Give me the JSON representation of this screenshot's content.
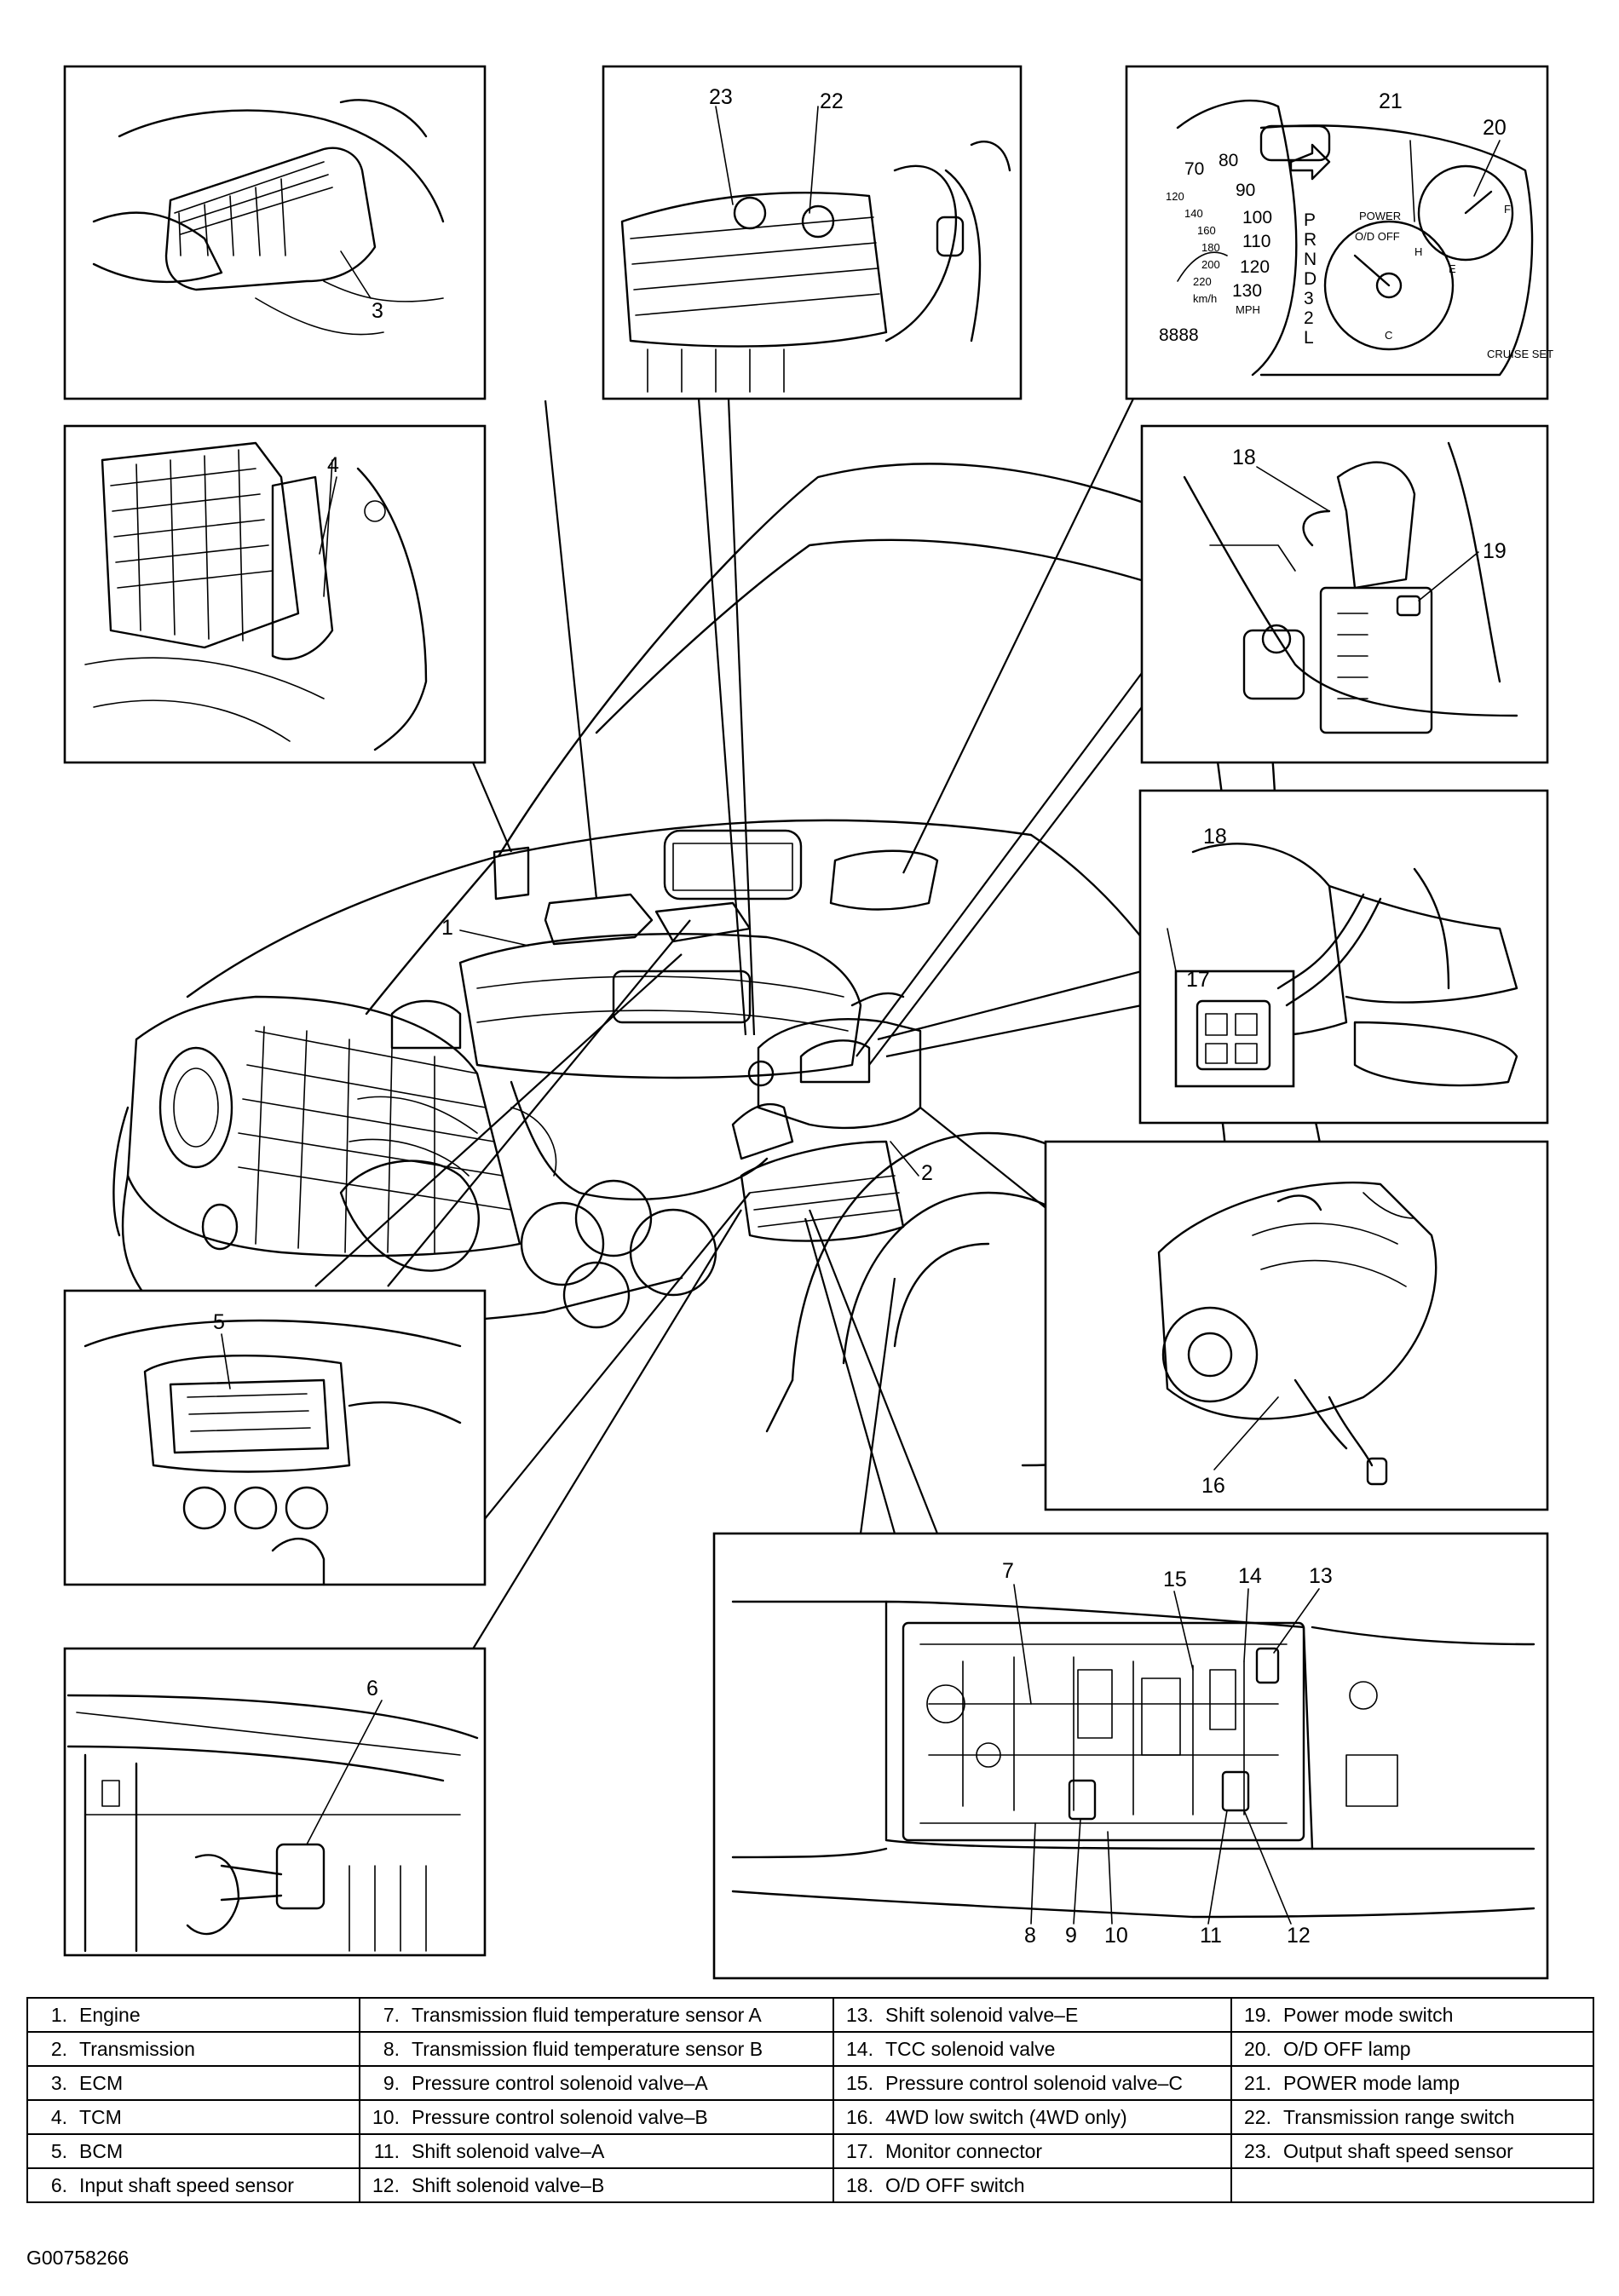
{
  "figure_id": "G00758266",
  "callouts": {
    "c1": "1",
    "c2": "2",
    "c3": "3",
    "c4": "4",
    "c5": "5",
    "c6": "6",
    "c7": "7",
    "c8": "8",
    "c9": "9",
    "c10": "10",
    "c11": "11",
    "c12": "12",
    "c13": "13",
    "c14": "14",
    "c15": "15",
    "c16": "16",
    "c17": "17",
    "c18": "18",
    "c19": "19",
    "c20": "20",
    "c21": "21",
    "c22": "22",
    "c23": "23"
  },
  "gauge_text": {
    "speed_marks": [
      "70",
      "80",
      "90",
      "100",
      "110",
      "120",
      "130"
    ],
    "inner_marks": [
      "120",
      "140",
      "160",
      "180",
      "200",
      "220"
    ],
    "kmh": "km/h",
    "mph": "MPH",
    "odometer": "8888",
    "range": [
      "P",
      "R",
      "N",
      "D",
      "3",
      "2",
      "L"
    ],
    "power": "POWER",
    "od_off": "O/D OFF",
    "cruise": "CRUISE SET",
    "fuel_f": "F",
    "fuel_e": "E",
    "temp_h": "H",
    "temp_c": "C"
  },
  "legend": {
    "rows": [
      [
        {
          "num": "1.",
          "label": "Engine"
        },
        {
          "num": "7.",
          "label": "Transmission fluid temperature sensor A"
        },
        {
          "num": "13.",
          "label": "Shift solenoid valve–E"
        },
        {
          "num": "19.",
          "label": "Power mode switch"
        }
      ],
      [
        {
          "num": "2.",
          "label": "Transmission"
        },
        {
          "num": "8.",
          "label": "Transmission fluid temperature sensor B"
        },
        {
          "num": "14.",
          "label": "TCC solenoid valve"
        },
        {
          "num": "20.",
          "label": "O/D OFF lamp"
        }
      ],
      [
        {
          "num": "3.",
          "label": "ECM"
        },
        {
          "num": "9.",
          "label": "Pressure control solenoid valve–A"
        },
        {
          "num": "15.",
          "label": "Pressure control solenoid valve–C"
        },
        {
          "num": "21.",
          "label": "POWER mode lamp"
        }
      ],
      [
        {
          "num": "4.",
          "label": "TCM"
        },
        {
          "num": "10.",
          "label": "Pressure control solenoid valve–B"
        },
        {
          "num": "16.",
          "label": "4WD low switch (4WD only)"
        },
        {
          "num": "22.",
          "label": "Transmission range switch"
        }
      ],
      [
        {
          "num": "5.",
          "label": "BCM"
        },
        {
          "num": "11.",
          "label": "Shift solenoid valve–A"
        },
        {
          "num": "17.",
          "label": "Monitor connector"
        },
        {
          "num": "23.",
          "label": "Output shaft speed sensor"
        }
      ],
      [
        {
          "num": "6.",
          "label": "Input shaft speed sensor"
        },
        {
          "num": "12.",
          "label": "Shift solenoid valve–B"
        },
        {
          "num": "18.",
          "label": "O/D OFF switch"
        },
        {
          "num": "",
          "label": ""
        }
      ]
    ]
  }
}
